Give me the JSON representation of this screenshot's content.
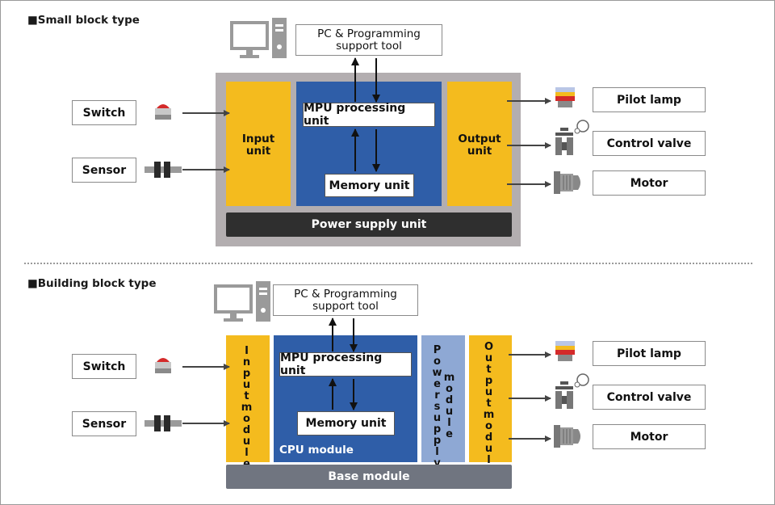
{
  "small": {
    "title": "■Small block type",
    "pc_tool": "PC & Programming\nsupport tool",
    "mpu": "MPU processing unit",
    "memory": "Memory unit",
    "input": "Input\nunit",
    "output": "Output\nunit",
    "power": "Power supply unit",
    "switch": "Switch",
    "sensor": "Sensor",
    "pilot_lamp": "Pilot lamp",
    "control_valve": "Control valve",
    "motor": "Motor"
  },
  "building": {
    "title": "■Building block type",
    "pc_tool": "PC & Programming\nsupport tool",
    "mpu": "MPU processing unit",
    "memory": "Memory unit",
    "cpu_module": "CPU module",
    "input_module": "Inputmodule",
    "power_module_1": "Powersupply",
    "power_module_2": "module",
    "output_module": "Outputmodule",
    "base": "Base module",
    "switch": "Switch",
    "sensor": "Sensor",
    "pilot_lamp": "Pilot lamp",
    "control_valve": "Control valve",
    "motor": "Motor"
  },
  "colors": {
    "yellow": "#f4bb1e",
    "blue": "#2f5ea8",
    "light_blue": "#8ea8d4",
    "grey_panel": "#b3aeb0",
    "dark_bar": "#2f2f2f",
    "base_bar": "#707580"
  }
}
